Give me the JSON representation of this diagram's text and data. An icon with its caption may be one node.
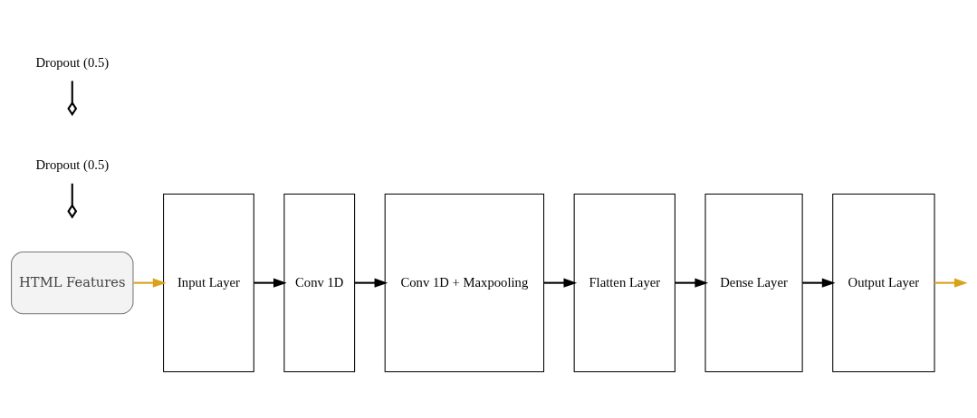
{
  "diagram": {
    "nodes": [
      {
        "text": [
          "HTML Features"
        ]
      },
      {
        "text": [
          "Input Layer"
        ]
      },
      {
        "text": [
          "Conv 1D"
        ]
      },
      {
        "text": [
          "Conv 1D + Maxpooling"
        ]
      },
      {
        "text": [
          "Flatten Layer"
        ]
      },
      {
        "text": [
          "Dense Layer"
        ]
      },
      {
        "text": [
          "Output Layer"
        ]
      },
      {
        "text": [
          "Dropout (0.5)"
        ]
      },
      {
        "text": [
          "Dropout (0.5)"
        ]
      }
    ],
    "edges": [
      {
        "from": 0,
        "to": 1,
        "arrow": "to",
        "color": "#d9a21b"
      },
      {
        "from": 1,
        "to": 2,
        "arrow": "to"
      },
      {
        "from": 2,
        "to": 3,
        "arrow": "to"
      },
      {
        "from": 3,
        "to": 4,
        "arrow": "to"
      },
      {
        "from": 4,
        "to": 5,
        "arrow": "to"
      },
      {
        "from": 5,
        "to": 6,
        "arrow": "to"
      },
      {
        "from": 6,
        "to": null,
        "arrow": "to",
        "color": "#d9a21b"
      },
      {
        "from": 7,
        "to": null,
        "arrow": "other"
      },
      {
        "from": 8,
        "to": null,
        "arrow": "other"
      }
    ]
  }
}
